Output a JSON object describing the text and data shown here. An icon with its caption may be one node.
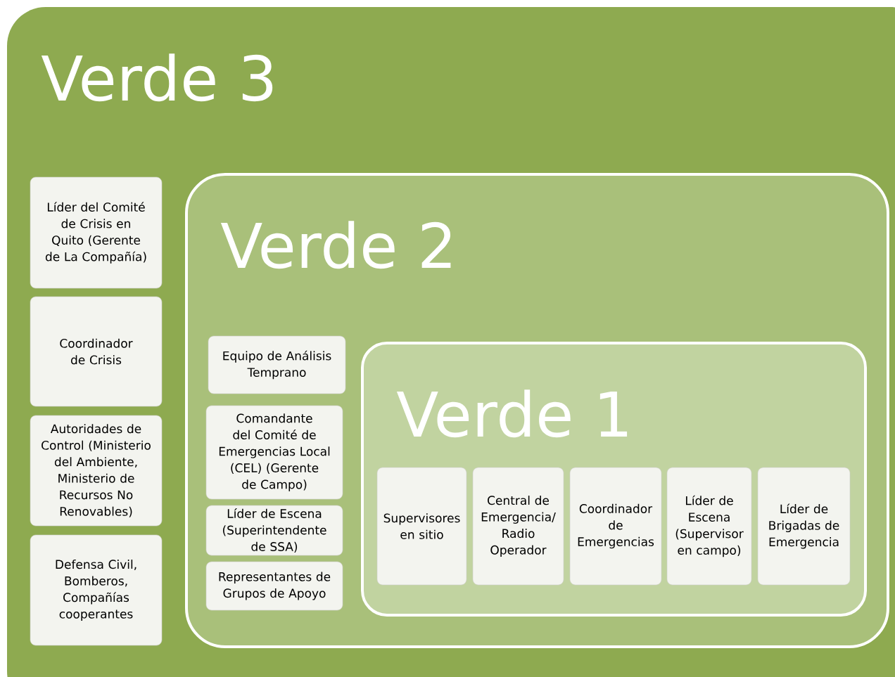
{
  "diagram": {
    "nodes": [
      {
        "text": [
          "Verde 3"
        ]
      },
      {
        "text": [
          "Líder del Comité de Crisis en Quito (Gerente de La Compañía)"
        ],
        "in": 0
      },
      {
        "text": [
          "Coordinador de Crisis"
        ],
        "in": 0
      },
      {
        "text": [
          "Autoridades de Control (Ministerio del Ambiente, Ministerio de Recursos No Renovables)"
        ],
        "in": 0
      },
      {
        "text": [
          "Defensa Civil, Bomberos, Compañías cooperantes"
        ],
        "in": 0
      },
      {
        "text": [
          "Verde 2"
        ],
        "in": 0
      },
      {
        "text": [
          "Equipo de Análisis Temprano"
        ],
        "in": 5
      },
      {
        "text": [
          "Comandante del Comité de Emergencias Local (CEL) (Gerente de Campo)"
        ],
        "in": 5
      },
      {
        "text": [
          "Líder de Escena (Superintendente de SSA)"
        ],
        "in": 5
      },
      {
        "text": [
          "Representantes de Grupos de Apoyo"
        ],
        "in": 5
      },
      {
        "text": [
          "Verde 1"
        ],
        "in": 5
      },
      {
        "text": [
          "Supervisores en sitio"
        ],
        "in": 10
      },
      {
        "text": [
          "Central de Emergencia/ Radio Operador"
        ],
        "in": 10
      },
      {
        "text": [
          "Coordinador de Emergencias"
        ],
        "in": 10
      },
      {
        "text": [
          "Líder de Escena (Supervisor en campo)"
        ],
        "in": 10
      },
      {
        "text": [
          "Líder de Brigadas de Emergencia"
        ],
        "in": 10
      }
    ],
    "edges": []
  }
}
